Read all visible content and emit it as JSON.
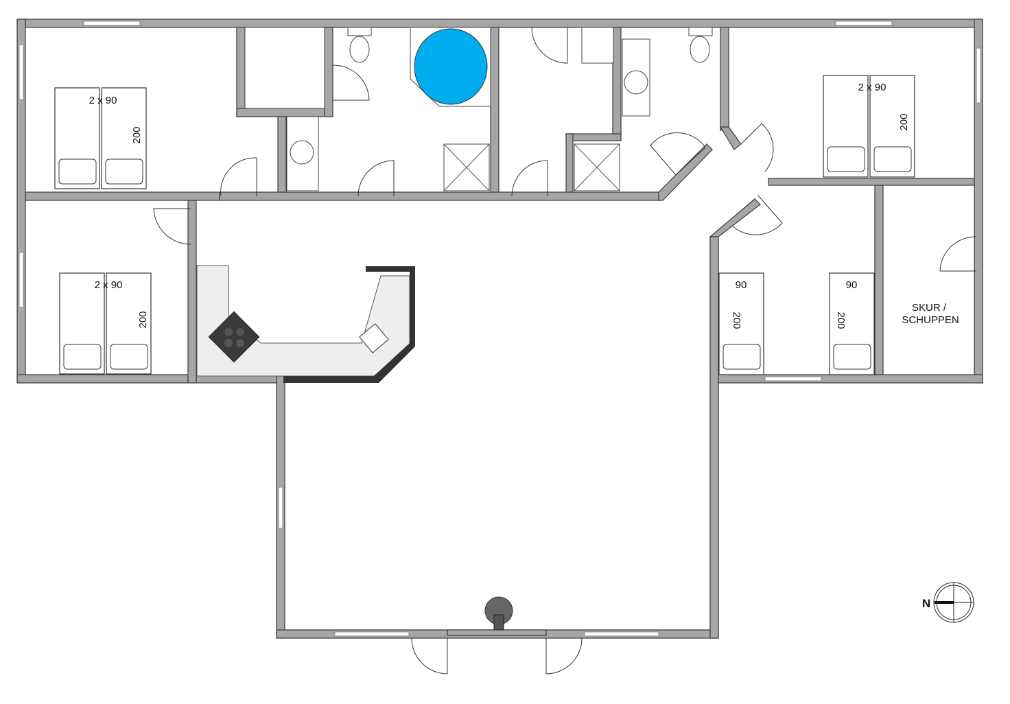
{
  "plan": {
    "beds": [
      {
        "id": "bedroom-nw",
        "width_label": "2 x 90",
        "length_label": "200"
      },
      {
        "id": "bedroom-w",
        "width_label": "2 x 90",
        "length_label": "200"
      },
      {
        "id": "bedroom-ne",
        "width_label": "2 x 90",
        "length_label": "200"
      },
      {
        "id": "bedroom-e-left",
        "width_label": "90",
        "length_label": "200"
      },
      {
        "id": "bedroom-e-right",
        "width_label": "90",
        "length_label": "200"
      }
    ],
    "shed": {
      "line1": "SKUR /",
      "line2": "SCHUPPEN"
    },
    "compass": {
      "label": "N"
    },
    "colors": {
      "wall": "#a6a6a6",
      "bathtub": "#00aeef",
      "stove": "#3a3a3a",
      "counter": "#eeeeee"
    }
  }
}
